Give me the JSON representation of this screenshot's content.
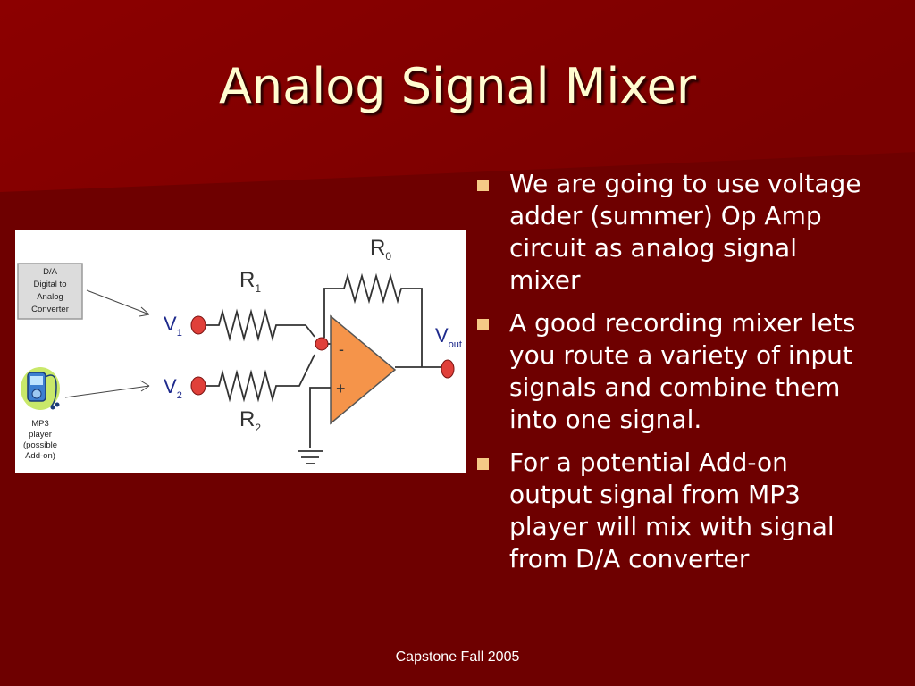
{
  "slide": {
    "title": "Analog Signal Mixer",
    "bullets": [
      "We are going to use voltage adder (summer) Op Amp circuit as analog signal mixer",
      "A good recording mixer lets you route a variety of input signals and combine them into one signal.",
      "For a potential Add-on output signal from MP3 player will mix with signal from D/A converter"
    ],
    "footer": "Capstone Fall 2005"
  },
  "diagram": {
    "da_box_lines": [
      "D/A",
      "Digital to",
      "Analog",
      "Converter"
    ],
    "mp3_caption_lines": [
      "MP3",
      "player",
      "(possible",
      "Add-on)"
    ],
    "resistors": {
      "r1": {
        "main": "R",
        "sub": "1"
      },
      "r2": {
        "main": "R",
        "sub": "2"
      },
      "r0": {
        "main": "R",
        "sub": "0"
      }
    },
    "inputs": {
      "v1": {
        "main": "V",
        "sub": "1"
      },
      "v2": {
        "main": "V",
        "sub": "2"
      }
    },
    "output": {
      "main": "V",
      "sub": "out"
    },
    "opamp_signs": {
      "minus": "-",
      "plus": "+"
    }
  },
  "colors": {
    "background": "#6e0000",
    "title_text": "#fffcd0",
    "bullet_marker": "#f5ca86",
    "opamp_fill": "#f5944a",
    "terminal_fill": "#e0403a",
    "label_blue": "#1e2a8c"
  }
}
